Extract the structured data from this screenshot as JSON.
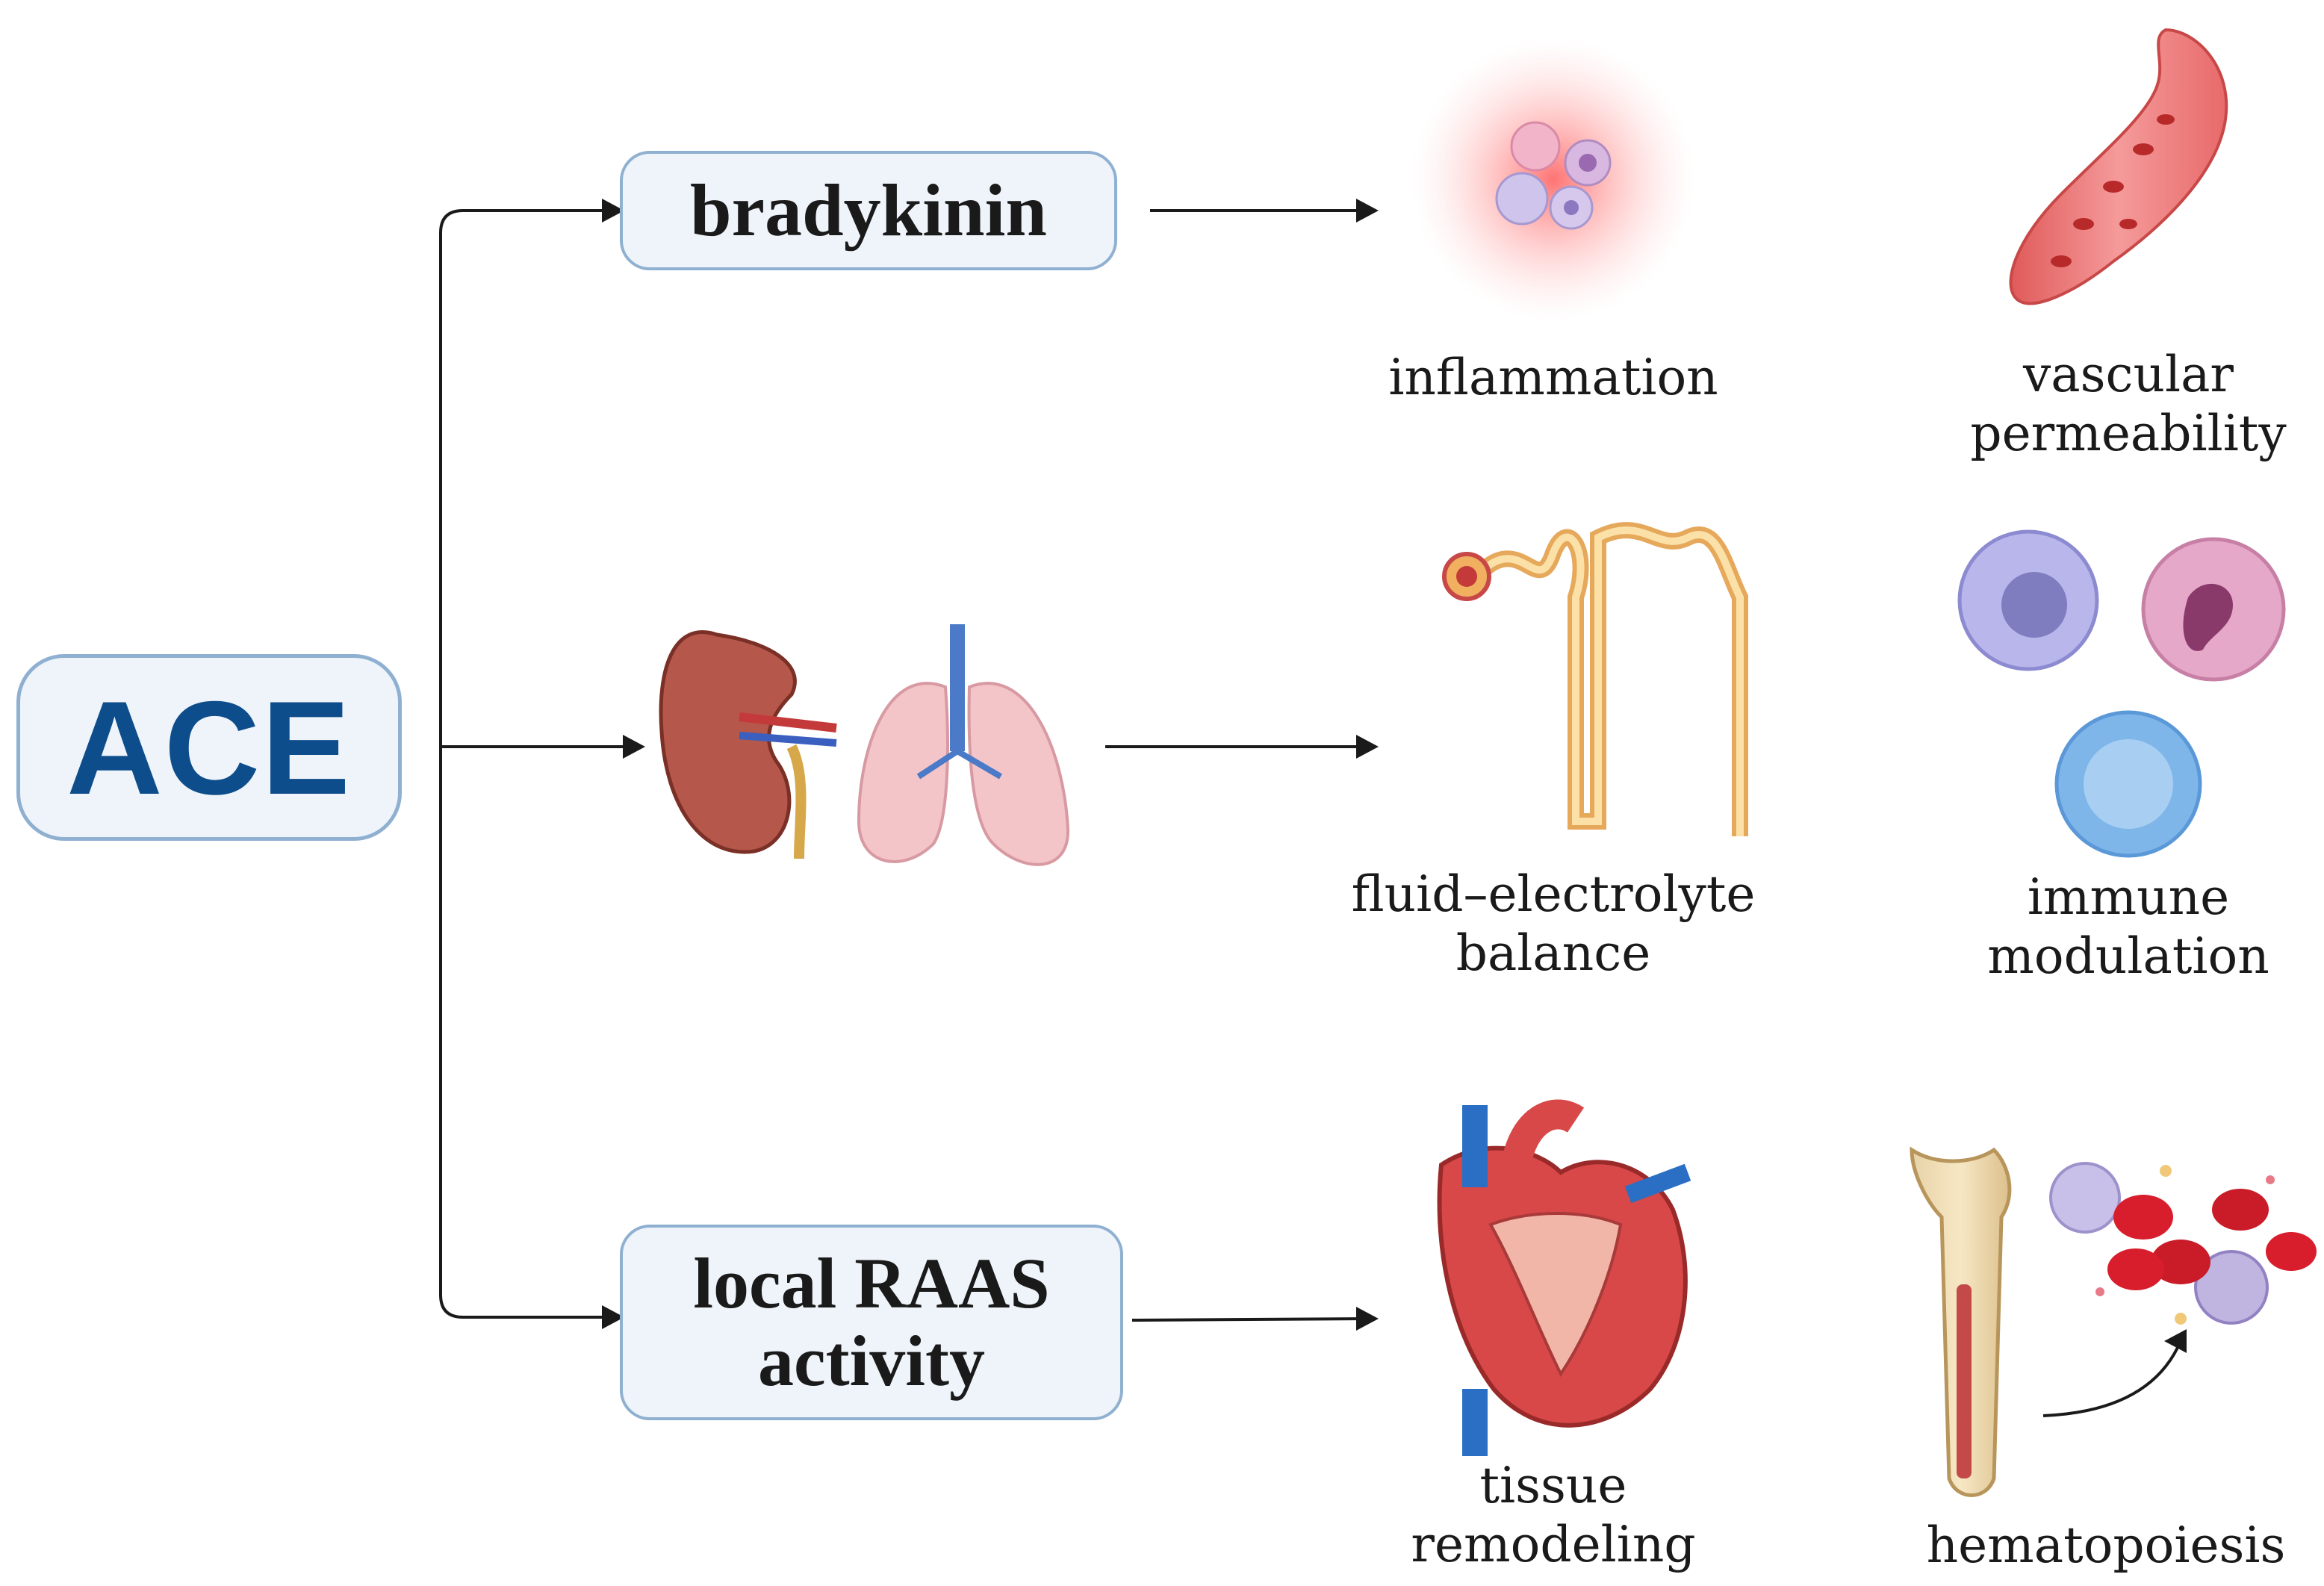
{
  "ace": {
    "label": "ACE"
  },
  "branches": {
    "top": {
      "label": "bradykinin"
    },
    "bottom": {
      "line1": "local RAAS",
      "line2": "activity"
    }
  },
  "effects": {
    "inflammation": "inflammation",
    "vascular": {
      "line1": "vascular",
      "line2": "permeability"
    },
    "fluid": {
      "line1": "fluid–electrolyte",
      "line2": "balance"
    },
    "immune": {
      "line1": "immune",
      "line2": "modulation"
    },
    "tissue": {
      "line1": "tissue",
      "line2": "remodeling"
    },
    "hematopoiesis": "hematopoiesis"
  },
  "colors": {
    "ace_text": "#0e4d8b",
    "box_fill": "#eef4fa",
    "box_border": "#8fb0d1",
    "arrow": "#1a1a1a"
  }
}
